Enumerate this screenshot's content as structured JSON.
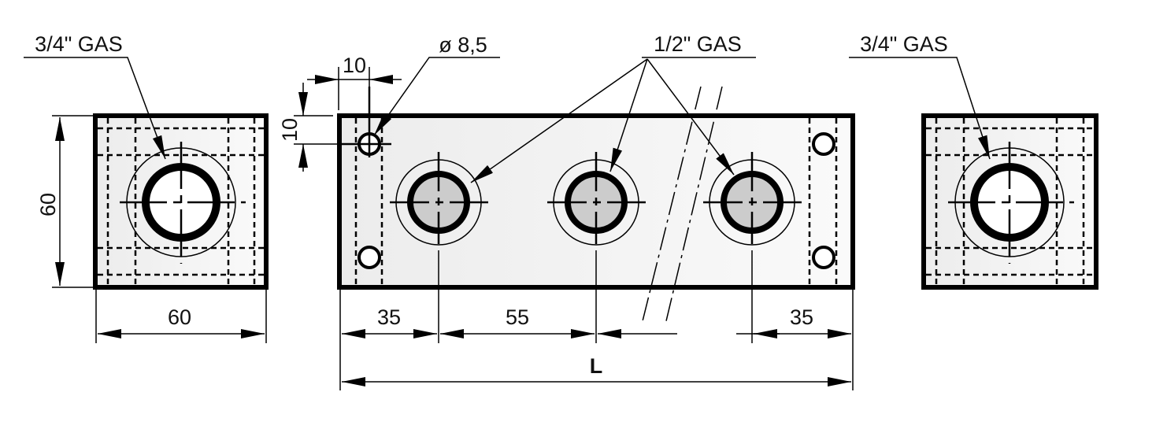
{
  "drawing": {
    "left_view": {
      "thread_label": "3/4\" GAS",
      "height_dim": "60",
      "width_dim": "60"
    },
    "front_view": {
      "hole_label": "ø 8,5",
      "port_label": "1/2\" GAS",
      "hole_offset_x": "10",
      "hole_offset_y": "10",
      "dim_end_left": "35",
      "dim_pitch": "55",
      "dim_end_right": "35",
      "dim_length": "L"
    },
    "right_view": {
      "thread_label": "3/4\" GAS"
    }
  },
  "colors": {
    "line": "#000000",
    "body_fill": "#f2f2f2",
    "port_fill": "#cccccc"
  }
}
